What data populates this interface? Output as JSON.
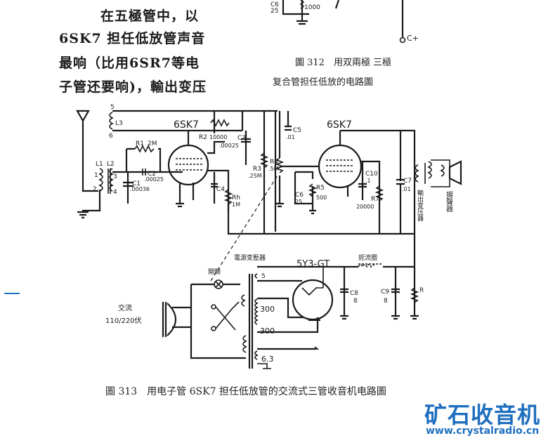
{
  "body_text": {
    "lines": [
      "在五極管中，以",
      "6SK7 担任低放管声音",
      "最响（比用6SR7等电",
      "子管还要响)，輸出变压"
    ]
  },
  "fig312": {
    "caption_line1": "圖 312　用双兩極 三極",
    "caption_line2": "复合管担任低放的电路圖",
    "labels": {
      "c6": "C6",
      "c6_value": "25",
      "r_value": "1000",
      "terminal": "C+"
    }
  },
  "fig313": {
    "caption": "圖 313　用电子管 6SK7 担任低放管的交流式三管收音机电路圖",
    "labels": {
      "tube1": "6SK7",
      "tube2": "6SK7",
      "rectifier": "5Y3-GT",
      "l1": "L1",
      "l2": "L2",
      "l3": "L3",
      "pin5": "5",
      "pin6": "6",
      "pin1": "1",
      "pin2": "2",
      "pin3": "3",
      "pin4": "4",
      "r1": "R1",
      "r1_value": "2M",
      "c2": "C2",
      "c2_value": ".00025",
      "c1": "C1",
      "c1_value": ".00036",
      "r2": "R2",
      "r2_value": "10000",
      "c3": "C3",
      "c3_value": ".00025",
      "c4": "C4",
      "rh": "Rh",
      "rh_value": "1M",
      "r3": "R3",
      "r3_value": ".25M",
      "r4": "R4",
      "r4_value": ".5M",
      "c5": "C5",
      "c5_value": ".01",
      "c6": "C6",
      "c6_value": "25",
      "r5": "R5",
      "r5_value": "500",
      "c10": "C10",
      "c10_value": ".1",
      "r7": "R7",
      "r7_value": "20000",
      "c7": "C7",
      "c7_value": ".01",
      "output_transformer": "輸出变压器",
      "speaker": "揚聲器",
      "power_transformer": "電源变壓器",
      "switch": "開關",
      "ac_input": "交流",
      "ac_voltage": "110/220伏",
      "winding_5": "5",
      "winding_300a": "300",
      "winding_300b": "300",
      "winding_63": "6.3",
      "choke": "扼流圈",
      "c8": "C8",
      "c8_value": "8",
      "c9": "C9",
      "c9_value": "8",
      "r": "R"
    }
  },
  "watermark": {
    "logo": "矿石收音机",
    "url": "www.crystalradio.cn"
  },
  "colors": {
    "ink": "#1a1a1a",
    "brand": "#1f6fbf"
  }
}
